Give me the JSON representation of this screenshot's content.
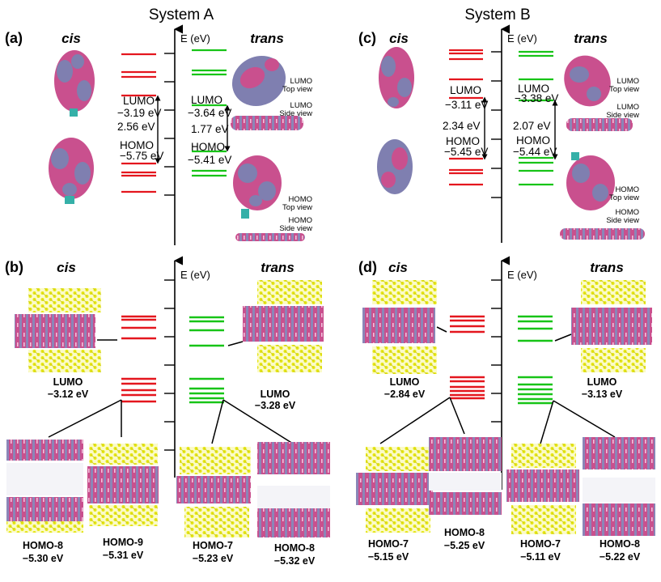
{
  "colors": {
    "cis_levels": "#e4161e",
    "trans_levels": "#17c417",
    "orbital_pink": "#c9508e",
    "orbital_blue": "#7f7fb0",
    "slab_yellow": "#e5e517",
    "atom_teal": "#35b0a8"
  },
  "titles": {
    "system_a": "System A",
    "system_b": "System B"
  },
  "axis_label": "E (eV)",
  "panels": [
    {
      "id": "a",
      "label": "(a)",
      "cis": "cis",
      "trans": "trans",
      "cis_lumo": "LUMO",
      "cis_lumo_e": "−3.19 eV",
      "cis_gap": "2.56 eV",
      "cis_homo": "HOMO",
      "cis_homo_e": "−5.75 eV",
      "trans_lumo": "LUMO",
      "trans_lumo_e": "−3.64 eV",
      "trans_gap": "1.77 eV",
      "trans_homo": "HOMO",
      "trans_homo_e": "−5.41 eV",
      "views": [
        "LUMO",
        "Top view",
        "LUMO",
        "Side view",
        "HOMO",
        "Top view",
        "HOMO",
        "Side view"
      ]
    },
    {
      "id": "c",
      "label": "(c)",
      "cis": "cis",
      "trans": "trans",
      "cis_lumo": "LUMO",
      "cis_lumo_e": "−3.11 eV",
      "cis_gap": "2.34 eV",
      "cis_homo": "HOMO",
      "cis_homo_e": "−5.45 eV",
      "trans_lumo": "LUMO",
      "trans_lumo_e": "−3.38 eV",
      "trans_gap": "2.07 eV",
      "trans_homo": "HOMO",
      "trans_homo_e": "−5.44 eV",
      "views": [
        "LUMO",
        "Top view",
        "LUMO",
        "Side view",
        "HOMO",
        "Top view",
        "HOMO",
        "Side view"
      ]
    },
    {
      "id": "b",
      "label": "(b)",
      "cis": "cis",
      "trans": "trans",
      "cis_lumo": "LUMO",
      "cis_lumo_e": "−3.12 eV",
      "trans_lumo": "LUMO",
      "trans_lumo_e": "−3.28 eV",
      "homos": [
        {
          "name": "HOMO-8",
          "e": "−5.30 eV"
        },
        {
          "name": "HOMO-9",
          "e": "−5.31 eV"
        },
        {
          "name": "HOMO-7",
          "e": "−5.23 eV"
        },
        {
          "name": "HOMO-8",
          "e": "−5.32 eV"
        }
      ]
    },
    {
      "id": "d",
      "label": "(d)",
      "cis": "cis",
      "trans": "trans",
      "cis_lumo": "LUMO",
      "cis_lumo_e": "−2.84 eV",
      "trans_lumo": "LUMO",
      "trans_lumo_e": "−3.13 eV",
      "homos": [
        {
          "name": "HOMO-7",
          "e": "−5.15 eV"
        },
        {
          "name": "HOMO-8",
          "e": "−5.25 eV"
        },
        {
          "name": "HOMO-7",
          "e": "−5.11 eV"
        },
        {
          "name": "HOMO-8",
          "e": "−5.22 eV"
        }
      ]
    }
  ]
}
